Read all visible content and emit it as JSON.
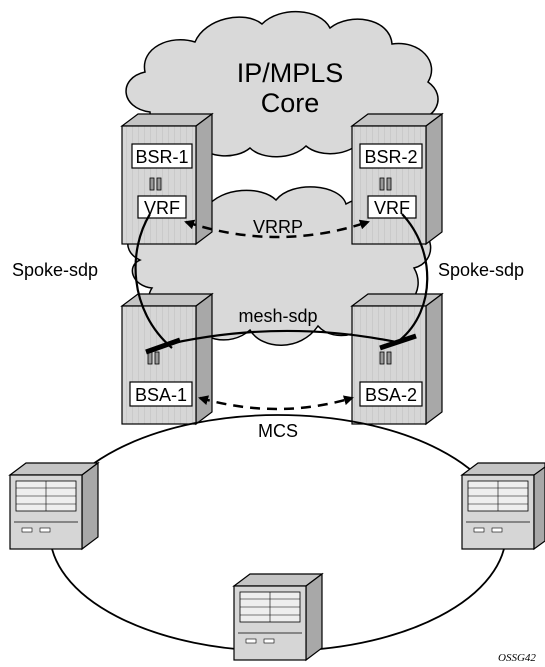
{
  "diagram": {
    "cloud_label_line1": "IP/MPLS",
    "cloud_label_line2": "Core",
    "routers": {
      "bsr1": "BSR-1",
      "bsr2": "BSR-2",
      "vrf1": "VRF",
      "vrf2": "VRF",
      "bsa1": "BSA-1",
      "bsa2": "BSA-2"
    },
    "links": {
      "vrrp": "VRRP",
      "spoke_left": "Spoke-sdp",
      "spoke_right": "Spoke-sdp",
      "mesh": "mesh-sdp",
      "mcs": "MCS"
    },
    "figure_id": "OSSG42",
    "colors": {
      "cloud": "#d9d9d9",
      "chassis": "#dcdcdc",
      "chassis_dark": "#b8b8b8",
      "line": "#000000"
    }
  }
}
